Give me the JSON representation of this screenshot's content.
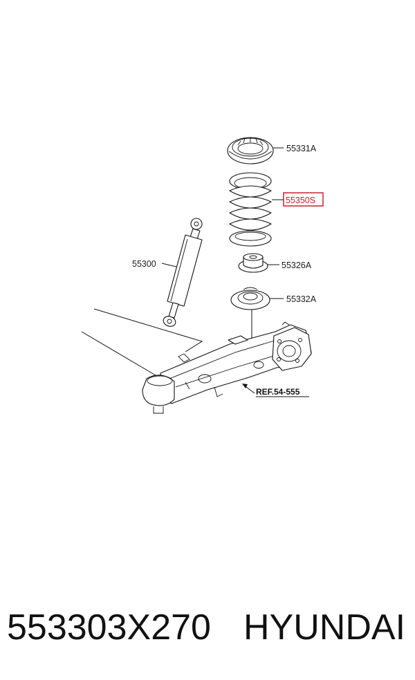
{
  "callouts": {
    "top_seat": "55331A",
    "coil_spring": "55350S",
    "bumper": "55326A",
    "lower_seat": "55332A",
    "shock_absorber": "55300",
    "reference": "REF.54-555"
  },
  "highlight_color": "#c8202a",
  "footer": {
    "part_number": "553303X270",
    "brand": "HYUNDAI"
  }
}
